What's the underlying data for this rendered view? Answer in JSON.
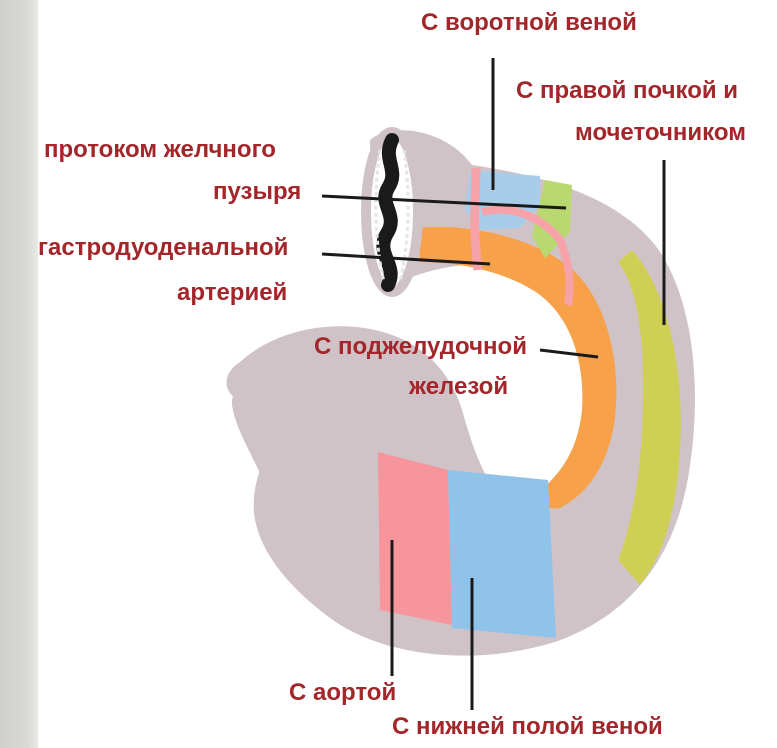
{
  "labels": {
    "portal_vein": "С воротной веной",
    "right_kidney_line1": "С правой почкой и",
    "right_kidney_line2": "мочеточником",
    "bile_duct_line1": "С протоком желчного",
    "bile_duct_line2": "пузыря",
    "gastroduodenal_line1": "С гастродуоденальной",
    "gastroduodenal_line2": "артерией",
    "pancreas_line1": "С поджелудочной",
    "pancreas_line2": "железой",
    "aorta": "С аортой",
    "inferior_vena_cava": "С нижней полой веной"
  },
  "colors": {
    "label_text": "#a3262b",
    "duodenum_wall": "#cfc3c8",
    "pancreas_contact": "#f7a24a",
    "kidney_contact": "#cfcf55",
    "portal_vein_contact": "#a8cdeb",
    "artery_contact": "#f7a1a8",
    "bile_duct_contact": "#b9d870",
    "aorta_contact": "#f7959c",
    "vena_cava_contact": "#8fc3ea",
    "left_bar": "#d4d4d0"
  }
}
